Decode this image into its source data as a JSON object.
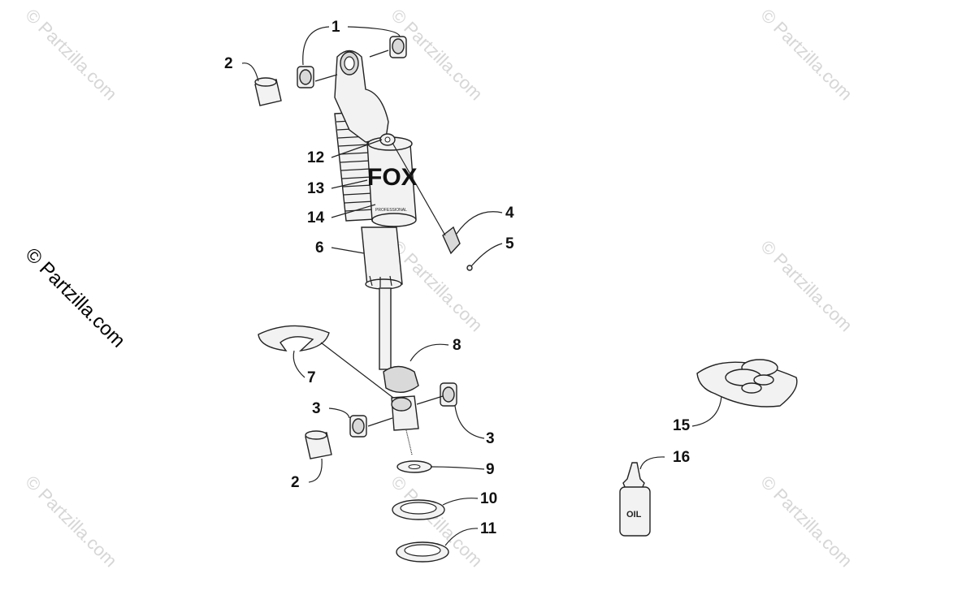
{
  "watermark": {
    "text": "© Partzilla.com",
    "main_text": "© Partzilla.com"
  },
  "callouts": [
    {
      "id": "c1",
      "label": "1"
    },
    {
      "id": "c2a",
      "label": "2"
    },
    {
      "id": "c12",
      "label": "12"
    },
    {
      "id": "c13",
      "label": "13"
    },
    {
      "id": "c14",
      "label": "14"
    },
    {
      "id": "c4",
      "label": "4"
    },
    {
      "id": "c5",
      "label": "5"
    },
    {
      "id": "c6",
      "label": "6"
    },
    {
      "id": "c8",
      "label": "8"
    },
    {
      "id": "c7",
      "label": "7"
    },
    {
      "id": "c3a",
      "label": "3"
    },
    {
      "id": "c3b",
      "label": "3"
    },
    {
      "id": "c9",
      "label": "9"
    },
    {
      "id": "c2b",
      "label": "2"
    },
    {
      "id": "c10",
      "label": "10"
    },
    {
      "id": "c11",
      "label": "11"
    },
    {
      "id": "c15",
      "label": "15"
    },
    {
      "id": "c16",
      "label": "16"
    }
  ],
  "part_text": {
    "oil_bottle_label": "OIL",
    "shock_brand": "FOX",
    "shock_subtext": "PROFESSIONAL"
  }
}
